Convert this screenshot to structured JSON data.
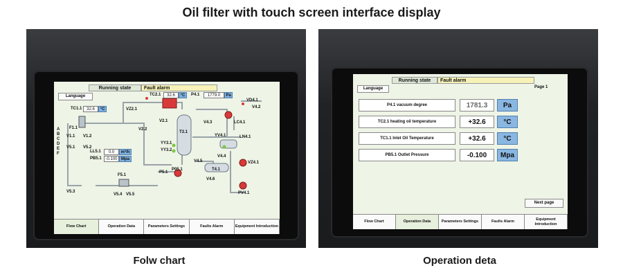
{
  "page": {
    "title": "Oil filter with touch screen interface display",
    "caption_left": "Folw chart",
    "caption_right": "Operation deta"
  },
  "header": {
    "running_state": "Running state",
    "fault_alarm": "Fault alarm"
  },
  "language_label": "Language",
  "tabs": [
    {
      "label": "Flow Chart"
    },
    {
      "label": "Operation Data"
    },
    {
      "label": "Parameters Settings"
    },
    {
      "label": "Faults Alarm"
    },
    {
      "label": "Equipment Introduction"
    }
  ],
  "flow_chart": {
    "tc11": {
      "tag": "TC1.1",
      "value": "32.6",
      "unit": "°C"
    },
    "tc21": {
      "tag": "TC2.1",
      "value": "32.6",
      "unit": "°C"
    },
    "p41": {
      "tag": "P4.1",
      "value": "1779.0",
      "unit": "Pa"
    },
    "ll51": {
      "tag": "LL5.1",
      "value": "0.0",
      "unit": "m³/h"
    },
    "pb51": {
      "tag": "PB5.1",
      "value": "-0.100",
      "unit": "Mpa"
    },
    "labels": {
      "vd41": "VD4.1",
      "v42": "V4.2",
      "vz21": "VZ2.1",
      "v21": "V2.1",
      "v22": "V2.2",
      "v43": "V4.3",
      "lc41": "LC4.1",
      "t31": "T3.1",
      "yv41": "YV4.1",
      "ln41": "LN4.1",
      "v44": "V4.4",
      "yy31": "YY3.1",
      "yy32": "YY3.2",
      "f11": "F1.1",
      "v11": "V1.1",
      "v12": "V1.2",
      "v51": "V5.1",
      "v52": "V5.2",
      "v45": "V4.5",
      "t41": "T4.1",
      "v46": "V4.6",
      "vz41": "VZ4.1",
      "p51": "P5.1",
      "p051": "P05.1",
      "pv41": "PV4.1",
      "f51": "F5.1",
      "v53": "V5.3",
      "v54": "V5.4",
      "v55": "V5.5",
      "a": "A",
      "b": "B",
      "c": "C",
      "d": "D",
      "e": "E",
      "f": "F"
    }
  },
  "operation_data": {
    "page_label": "Page 1",
    "next_page": "Next page",
    "rows": [
      {
        "label": "P4.1 vacuum degree",
        "value": "1781.3",
        "unit": "Pa"
      },
      {
        "label": "TC2.1 heating oil temperature",
        "value": "+32.6",
        "unit": "°C"
      },
      {
        "label": "TC1.1 Inlet Oil Temperature",
        "value": "+32.6",
        "unit": "°C"
      },
      {
        "label": "PB5.1 Outlet Pressure",
        "value": "-0.100",
        "unit": "Mpa"
      }
    ]
  },
  "colors": {
    "screen_bg": "#eef4e6",
    "unit_blue": "#7fb1e0",
    "fault_yellow": "#f7f3b8",
    "valve_red": "#d83a3a",
    "valve_green": "#7ac943"
  }
}
